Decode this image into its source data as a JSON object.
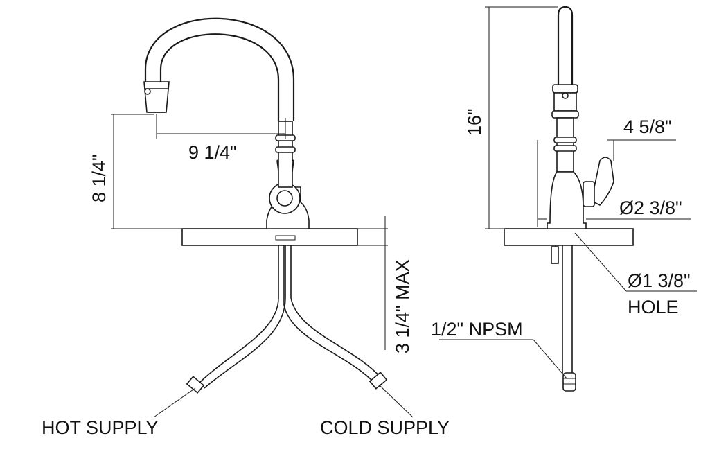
{
  "diagram": {
    "front_view": {
      "spout_reach": "9 1/4\"",
      "spout_height": "8 1/4\"",
      "max_deck_thickness": "3 1/4\" MAX",
      "hot_supply": "HOT SUPPLY",
      "cold_supply": "COLD SUPPLY"
    },
    "side_view": {
      "overall_height": "16\"",
      "handle_clearance": "4 5/8\"",
      "base_diameter": "Ø2 3/8\"",
      "hole_diameter": "Ø1 3/8\"",
      "hole_label": "HOLE",
      "connection": "1/2\" NPSM"
    }
  }
}
